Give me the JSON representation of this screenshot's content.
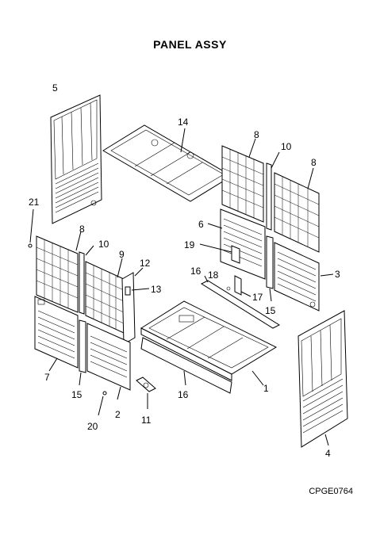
{
  "title": "PANEL ASSY",
  "drawing_code": "CPGE0764",
  "callouts": {
    "c1": "1",
    "c2": "2",
    "c3": "3",
    "c4": "4",
    "c5": "5",
    "c6": "6",
    "c7": "7",
    "c8a": "8",
    "c8b": "8",
    "c8c": "8",
    "c9": "9",
    "c10a": "10",
    "c10b": "10",
    "c11": "11",
    "c12": "12",
    "c13": "13",
    "c14": "14",
    "c15a": "15",
    "c15b": "15",
    "c16a": "16",
    "c16b": "16",
    "c17": "17",
    "c18": "18",
    "c19": "19",
    "c20": "20",
    "c21": "21"
  }
}
